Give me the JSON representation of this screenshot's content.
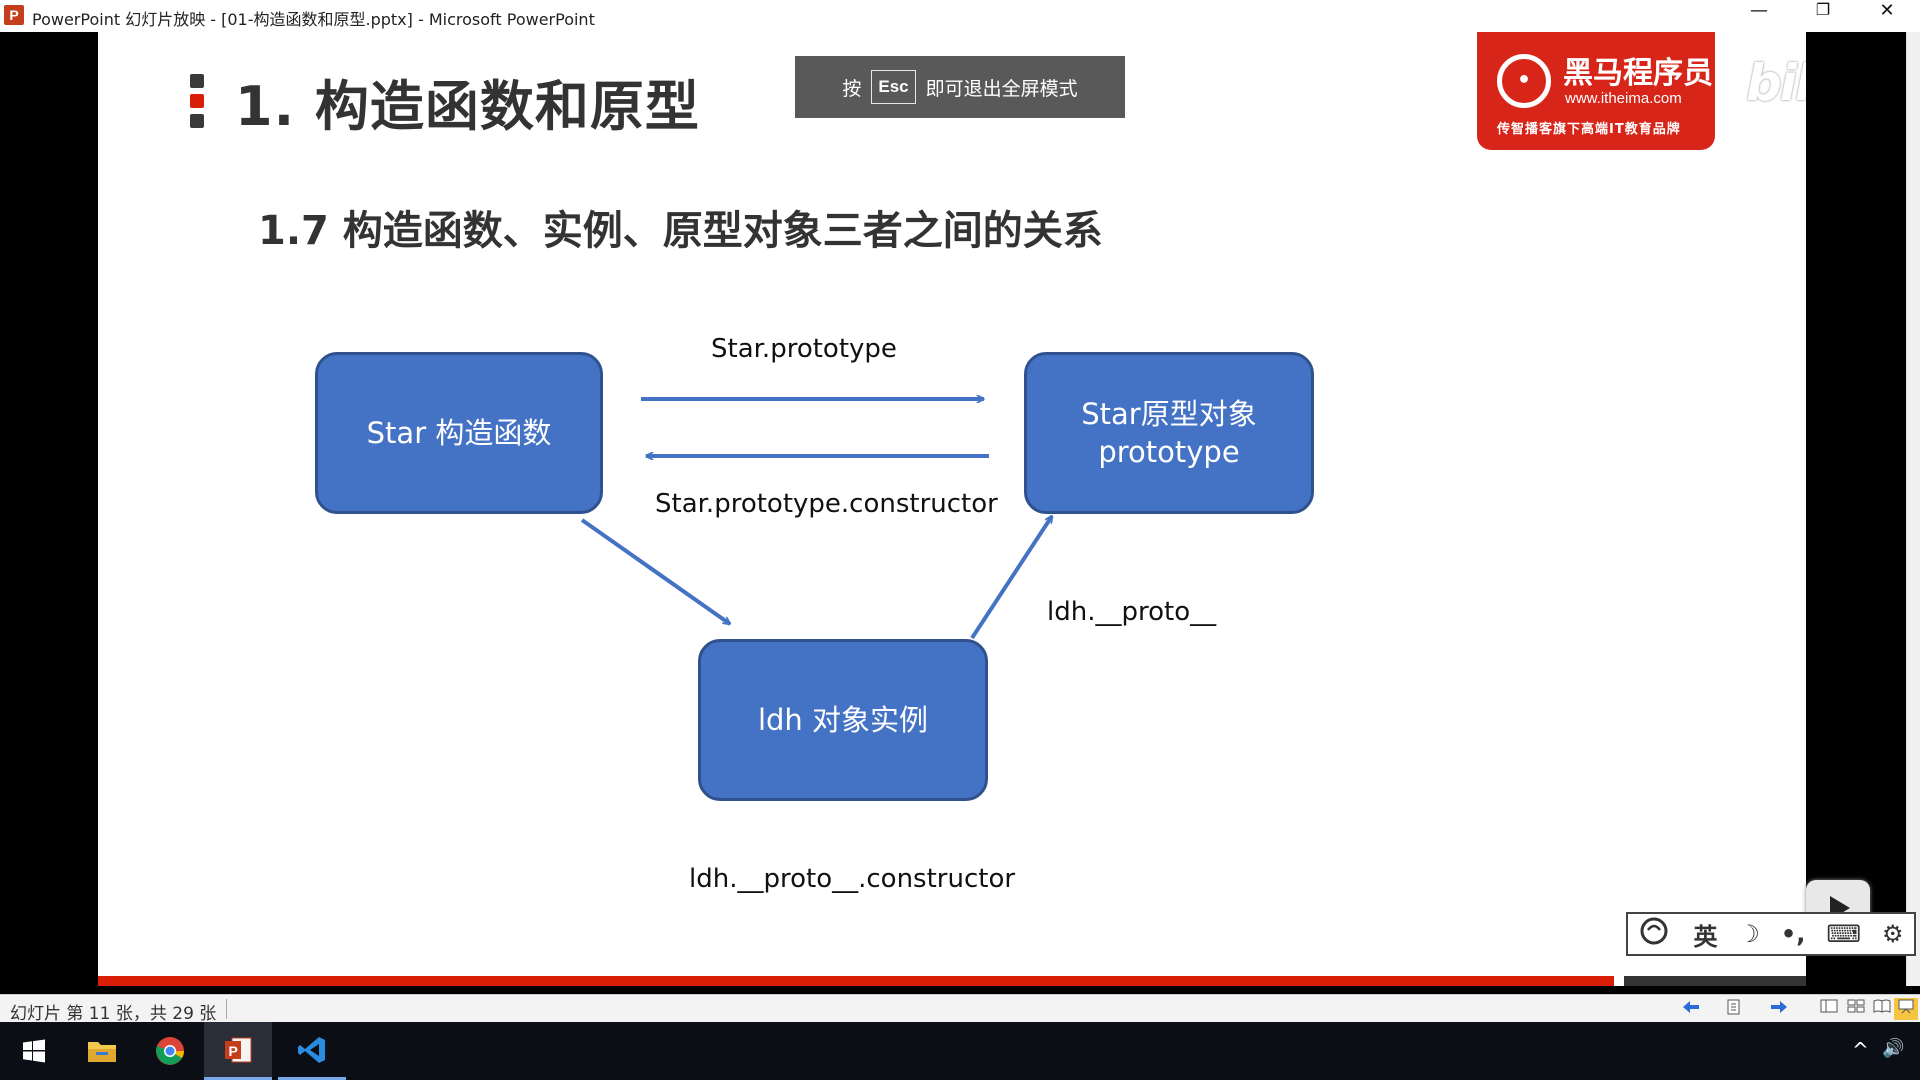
{
  "window": {
    "app_icon": "P",
    "title": "PowerPoint 幻灯片放映 - [01-构造函数和原型.pptx] - Microsoft PowerPoint",
    "minimize": "—",
    "restore": "❐",
    "close": "✕"
  },
  "slide": {
    "title": "1. 构造函数和原型",
    "subtitle": "1.7 构造函数、实例、原型对象三者之间的关系",
    "esc_banner": {
      "prefix": "按",
      "key": "Esc",
      "suffix": "即可退出全屏模式"
    },
    "logo": {
      "mark": "•",
      "main": "黑马程序员",
      "url": "www.itheima.com",
      "tagline": "传智播客旗下高端IT教育品牌"
    },
    "watermark": "bilibili",
    "diagram": {
      "nodes": {
        "constructor": "Star 构造函数",
        "prototype_line1": "Star原型对象",
        "prototype_line2": "prototype",
        "instance": "ldh 对象实例"
      },
      "edge_labels": {
        "to_prototype": "Star.prototype",
        "to_constructor": "Star.prototype.constructor",
        "proto": "ldh.__proto__",
        "proto_constructor": "ldh.__proto__.constructor"
      },
      "arrow_color": "#4472c4",
      "node_color": "#4472c4"
    },
    "accent_colors": {
      "bullet_dark": "#3a3a3a",
      "bullet_red": "#d81e06",
      "band": "#d81e06"
    }
  },
  "ime_toolbar": {
    "logo_icon": "ime-logo-icon",
    "lang": "英",
    "moon": "☽",
    "punct": "•,",
    "keyboard": "⌨",
    "settings": "⚙"
  },
  "statusbar": {
    "slide_count": "幻灯片 第 11 张，共 29 张"
  },
  "taskbar": {
    "items": [
      "start-icon",
      "file-explorer-icon",
      "chrome-icon",
      "powerpoint-icon",
      "vscode-icon"
    ],
    "tray": {
      "chevron": "^",
      "volume": "🔊"
    }
  }
}
